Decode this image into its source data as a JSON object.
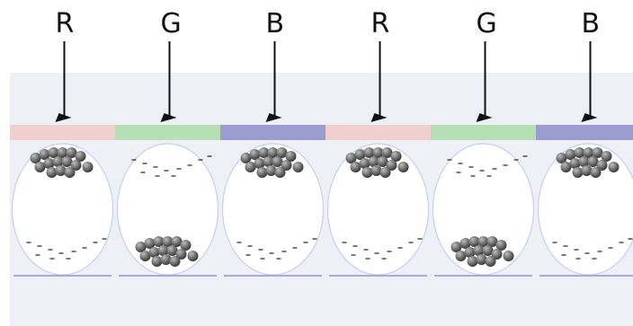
{
  "title": "",
  "colors": {
    "background": "#ffffff",
    "panel": "#eef0f5",
    "filter_R": "#f2cfcf",
    "filter_G": "#b5e0b5",
    "filter_B": "#9b9dd0",
    "arrow": "#111111",
    "capsule_outline": "#c9cdf2",
    "particle": "#6e6e6e",
    "dash": "#222222",
    "bottom_line": "#a9acd9"
  },
  "cells": [
    {
      "label": "R",
      "filter_color": "filter_R",
      "particles_position": "top"
    },
    {
      "label": "G",
      "filter_color": "filter_G",
      "particles_position": "bottom"
    },
    {
      "label": "B",
      "filter_color": "filter_B",
      "particles_position": "top"
    },
    {
      "label": "R",
      "filter_color": "filter_R",
      "particles_position": "top"
    },
    {
      "label": "G",
      "filter_color": "filter_G",
      "particles_position": "bottom"
    },
    {
      "label": "B",
      "filter_color": "filter_B",
      "particles_position": "top"
    }
  ]
}
